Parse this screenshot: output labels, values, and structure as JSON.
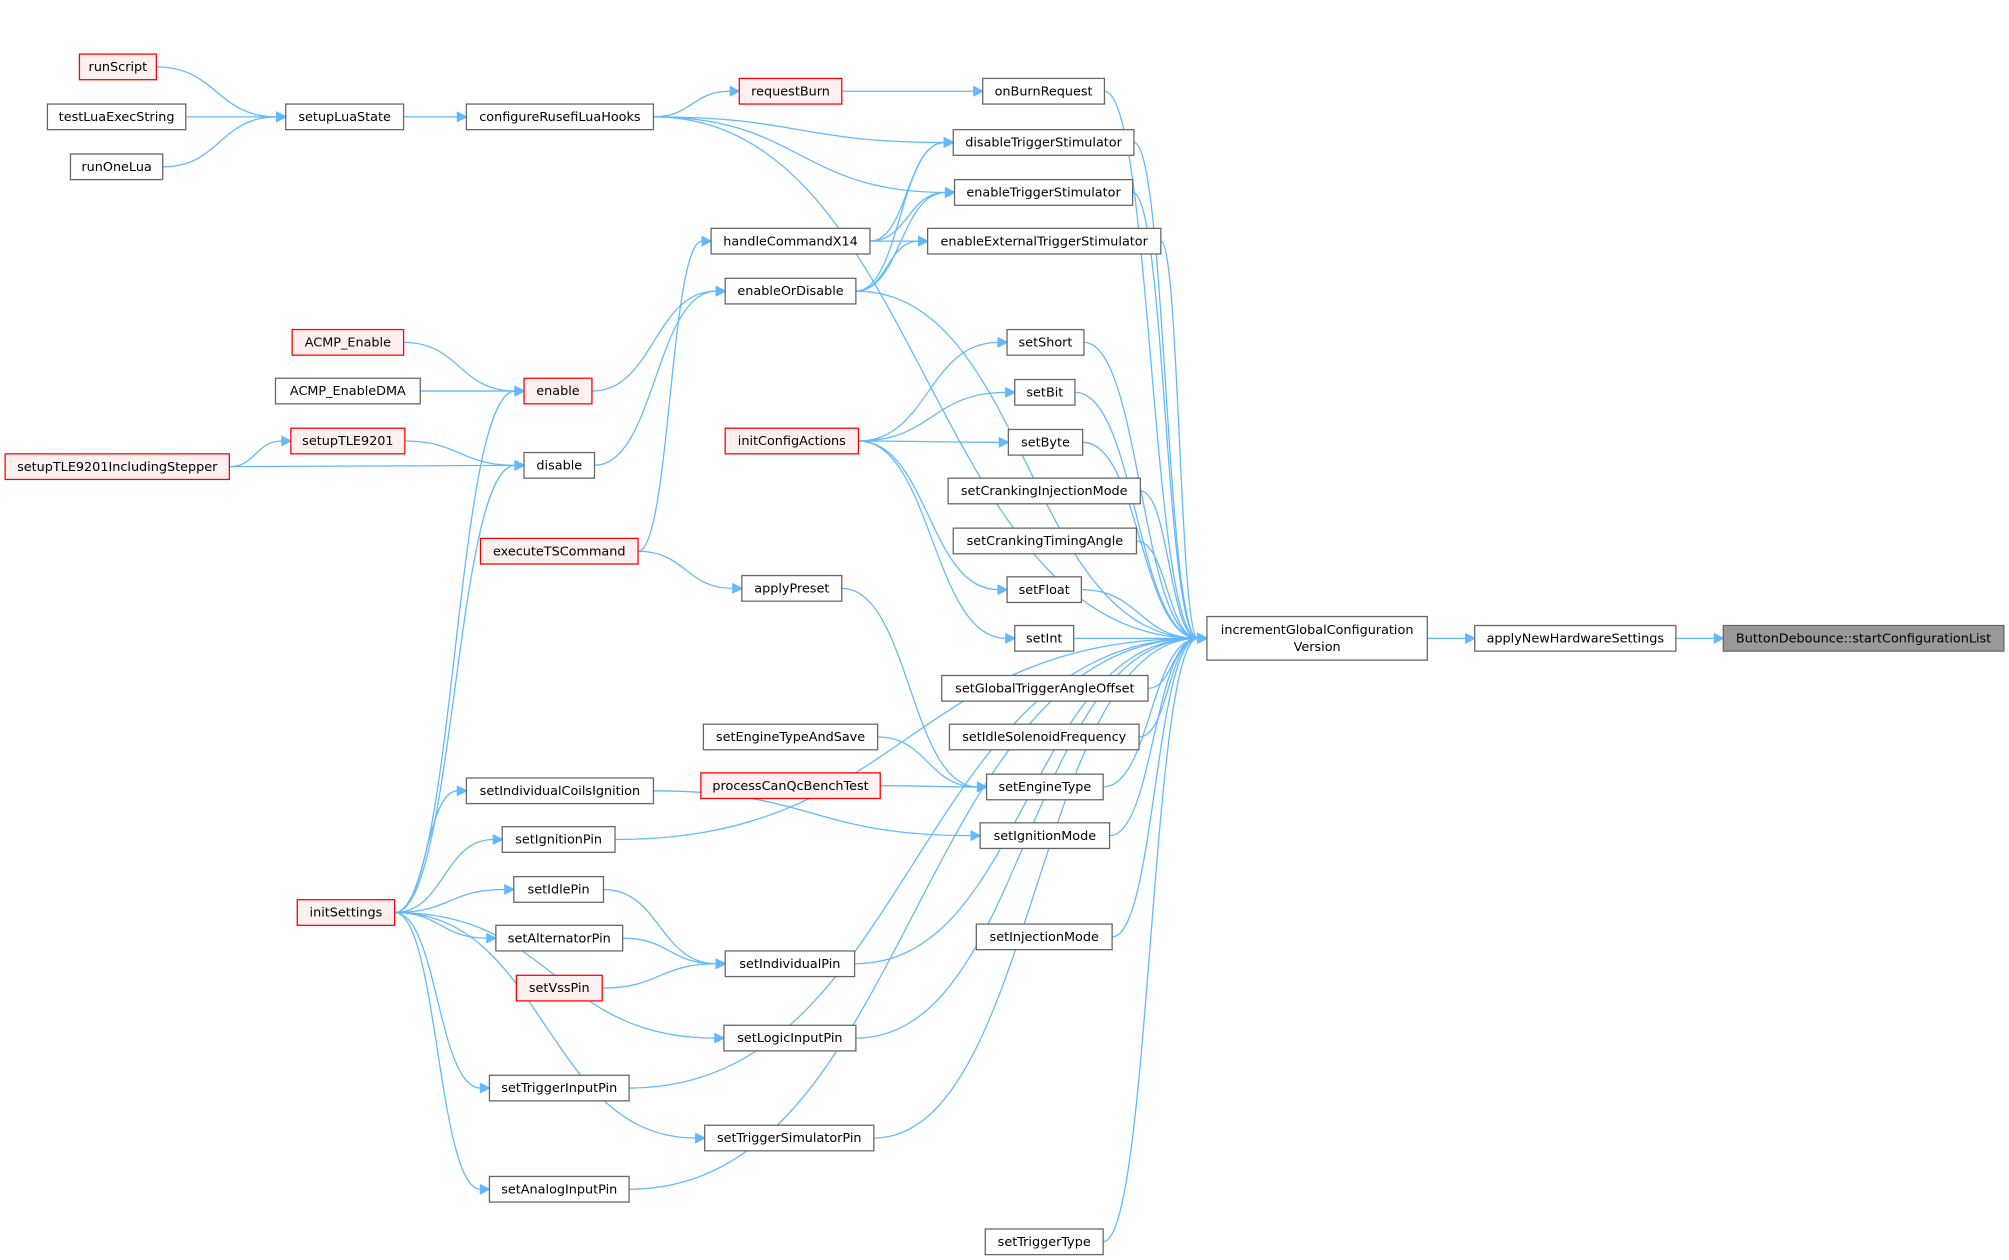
{
  "colors": {
    "edge": "#63b8ff",
    "highlight_border": "#ff0000",
    "highlight_fill": "#fff0f0",
    "root_fill": "#999999"
  },
  "nodes": {
    "runScript": {
      "label": "runScript",
      "style": "red"
    },
    "testLuaExecString": {
      "label": "testLuaExecString",
      "style": "normal"
    },
    "runOneLua": {
      "label": "runOneLua",
      "style": "normal"
    },
    "setupLuaState": {
      "label": "setupLuaState",
      "style": "normal"
    },
    "configureRusefiLuaHooks": {
      "label": "configureRusefiLuaHooks",
      "style": "normal"
    },
    "requestBurn": {
      "label": "requestBurn",
      "style": "red"
    },
    "onBurnRequest": {
      "label": "onBurnRequest",
      "style": "normal"
    },
    "disableTriggerStimulator": {
      "label": "disableTriggerStimulator",
      "style": "normal"
    },
    "enableTriggerStimulator": {
      "label": "enableTriggerStimulator",
      "style": "normal"
    },
    "handleCommandX14": {
      "label": "handleCommandX14",
      "style": "normal"
    },
    "enableExternalTriggerStimulator": {
      "label": "enableExternalTriggerStimulator",
      "style": "normal"
    },
    "enableOrDisable": {
      "label": "enableOrDisable",
      "style": "normal"
    },
    "ACMP_Enable": {
      "label": "ACMP_Enable",
      "style": "red"
    },
    "ACMP_EnableDMA": {
      "label": "ACMP_EnableDMA",
      "style": "normal"
    },
    "enable": {
      "label": "enable",
      "style": "red"
    },
    "setupTLE9201": {
      "label": "setupTLE9201",
      "style": "red"
    },
    "setupTLE9201IncludingStepper": {
      "label": "setupTLE9201IncludingStepper",
      "style": "red"
    },
    "disable": {
      "label": "disable",
      "style": "normal"
    },
    "setShort": {
      "label": "setShort",
      "style": "normal"
    },
    "setBit": {
      "label": "setBit",
      "style": "normal"
    },
    "initConfigActions": {
      "label": "initConfigActions",
      "style": "red"
    },
    "setByte": {
      "label": "setByte",
      "style": "normal"
    },
    "setCrankingInjectionMode": {
      "label": "setCrankingInjectionMode",
      "style": "normal"
    },
    "setCrankingTimingAngle": {
      "label": "setCrankingTimingAngle",
      "style": "normal"
    },
    "executeTSCommand": {
      "label": "executeTSCommand",
      "style": "red"
    },
    "applyPreset": {
      "label": "applyPreset",
      "style": "normal"
    },
    "setFloat": {
      "label": "setFloat",
      "style": "normal"
    },
    "setInt": {
      "label": "setInt",
      "style": "normal"
    },
    "incrementGlobalConfigurationVersion": {
      "label": "incrementGlobalConfiguration",
      "label2": "Version",
      "style": "normal"
    },
    "applyNewHardwareSettings": {
      "label": "applyNewHardwareSettings",
      "style": "normal"
    },
    "startConfigurationList": {
      "label": "ButtonDebounce::startConfigurationList",
      "style": "root"
    },
    "setGlobalTriggerAngleOffset": {
      "label": "setGlobalTriggerAngleOffset",
      "style": "normal"
    },
    "setEngineTypeAndSave": {
      "label": "setEngineTypeAndSave",
      "style": "normal"
    },
    "setIdleSolenoidFrequency": {
      "label": "setIdleSolenoidFrequency",
      "style": "normal"
    },
    "processCanQcBenchTest": {
      "label": "processCanQcBenchTest",
      "style": "red"
    },
    "setEngineType": {
      "label": "setEngineType",
      "style": "normal"
    },
    "setIndividualCoilsIgnition": {
      "label": "setIndividualCoilsIgnition",
      "style": "normal"
    },
    "setIgnitionMode": {
      "label": "setIgnitionMode",
      "style": "normal"
    },
    "setIgnitionPin": {
      "label": "setIgnitionPin",
      "style": "normal"
    },
    "setIdlePin": {
      "label": "setIdlePin",
      "style": "normal"
    },
    "initSettings": {
      "label": "initSettings",
      "style": "red"
    },
    "setAlternatorPin": {
      "label": "setAlternatorPin",
      "style": "normal"
    },
    "setIndividualPin": {
      "label": "setIndividualPin",
      "style": "normal"
    },
    "setInjectionMode": {
      "label": "setInjectionMode",
      "style": "normal"
    },
    "setVssPin": {
      "label": "setVssPin",
      "style": "red"
    },
    "setLogicInputPin": {
      "label": "setLogicInputPin",
      "style": "normal"
    },
    "setTriggerInputPin": {
      "label": "setTriggerInputPin",
      "style": "normal"
    },
    "setTriggerSimulatorPin": {
      "label": "setTriggerSimulatorPin",
      "style": "normal"
    },
    "setAnalogInputPin": {
      "label": "setAnalogInputPin",
      "style": "normal"
    },
    "setTriggerType": {
      "label": "setTriggerType",
      "style": "normal"
    }
  },
  "edges": [
    [
      "runScript",
      "setupLuaState"
    ],
    [
      "testLuaExecString",
      "setupLuaState"
    ],
    [
      "runOneLua",
      "setupLuaState"
    ],
    [
      "setupLuaState",
      "configureRusefiLuaHooks"
    ],
    [
      "configureRusefiLuaHooks",
      "requestBurn"
    ],
    [
      "configureRusefiLuaHooks",
      "disableTriggerStimulator"
    ],
    [
      "configureRusefiLuaHooks",
      "enableTriggerStimulator"
    ],
    [
      "configureRusefiLuaHooks",
      "incrementGlobalConfigurationVersion"
    ],
    [
      "requestBurn",
      "onBurnRequest"
    ],
    [
      "onBurnRequest",
      "incrementGlobalConfigurationVersion"
    ],
    [
      "disableTriggerStimulator",
      "incrementGlobalConfigurationVersion"
    ],
    [
      "enableTriggerStimulator",
      "incrementGlobalConfigurationVersion"
    ],
    [
      "enableExternalTriggerStimulator",
      "incrementGlobalConfigurationVersion"
    ],
    [
      "handleCommandX14",
      "disableTriggerStimulator"
    ],
    [
      "handleCommandX14",
      "enableTriggerStimulator"
    ],
    [
      "handleCommandX14",
      "enableExternalTriggerStimulator"
    ],
    [
      "enableOrDisable",
      "disableTriggerStimulator"
    ],
    [
      "enableOrDisable",
      "enableTriggerStimulator"
    ],
    [
      "enableOrDisable",
      "enableExternalTriggerStimulator"
    ],
    [
      "enableOrDisable",
      "incrementGlobalConfigurationVersion"
    ],
    [
      "enable",
      "enableOrDisable"
    ],
    [
      "disable",
      "enableOrDisable"
    ],
    [
      "executeTSCommand",
      "handleCommandX14"
    ],
    [
      "ACMP_Enable",
      "enable"
    ],
    [
      "ACMP_EnableDMA",
      "enable"
    ],
    [
      "setupTLE9201",
      "disable"
    ],
    [
      "setupTLE9201IncludingStepper",
      "setupTLE9201"
    ],
    [
      "setupTLE9201IncludingStepper",
      "disable"
    ],
    [
      "initSettings",
      "enable"
    ],
    [
      "initSettings",
      "disable"
    ],
    [
      "initConfigActions",
      "setShort"
    ],
    [
      "initConfigActions",
      "setBit"
    ],
    [
      "initConfigActions",
      "setByte"
    ],
    [
      "initConfigActions",
      "setFloat"
    ],
    [
      "initConfigActions",
      "setInt"
    ],
    [
      "setShort",
      "incrementGlobalConfigurationVersion"
    ],
    [
      "setBit",
      "incrementGlobalConfigurationVersion"
    ],
    [
      "setByte",
      "incrementGlobalConfigurationVersion"
    ],
    [
      "setFloat",
      "incrementGlobalConfigurationVersion"
    ],
    [
      "setInt",
      "incrementGlobalConfigurationVersion"
    ],
    [
      "setCrankingInjectionMode",
      "incrementGlobalConfigurationVersion"
    ],
    [
      "setCrankingTimingAngle",
      "incrementGlobalConfigurationVersion"
    ],
    [
      "setGlobalTriggerAngleOffset",
      "incrementGlobalConfigurationVersion"
    ],
    [
      "setIdleSolenoidFrequency",
      "incrementGlobalConfigurationVersion"
    ],
    [
      "setEngineType",
      "incrementGlobalConfigurationVersion"
    ],
    [
      "setIgnitionMode",
      "incrementGlobalConfigurationVersion"
    ],
    [
      "setInjectionMode",
      "incrementGlobalConfigurationVersion"
    ],
    [
      "setTriggerType",
      "incrementGlobalConfigurationVersion"
    ],
    [
      "setIndividualPin",
      "incrementGlobalConfigurationVersion"
    ],
    [
      "setLogicInputPin",
      "incrementGlobalConfigurationVersion"
    ],
    [
      "setTriggerInputPin",
      "incrementGlobalConfigurationVersion"
    ],
    [
      "setTriggerSimulatorPin",
      "incrementGlobalConfigurationVersion"
    ],
    [
      "setAnalogInputPin",
      "incrementGlobalConfigurationVersion"
    ],
    [
      "setIgnitionPin",
      "incrementGlobalConfigurationVersion"
    ],
    [
      "executeTSCommand",
      "applyPreset"
    ],
    [
      "applyPreset",
      "setEngineType"
    ],
    [
      "setEngineTypeAndSave",
      "setEngineType"
    ],
    [
      "processCanQcBenchTest",
      "setEngineType"
    ],
    [
      "setIndividualCoilsIgnition",
      "setIgnitionMode"
    ],
    [
      "setIdlePin",
      "setIndividualPin"
    ],
    [
      "setAlternatorPin",
      "setIndividualPin"
    ],
    [
      "setVssPin",
      "setIndividualPin"
    ],
    [
      "initSettings",
      "setIndividualCoilsIgnition"
    ],
    [
      "initSettings",
      "setIgnitionPin"
    ],
    [
      "initSettings",
      "setIdlePin"
    ],
    [
      "initSettings",
      "setAlternatorPin"
    ],
    [
      "initSettings",
      "setLogicInputPin"
    ],
    [
      "initSettings",
      "setTriggerInputPin"
    ],
    [
      "initSettings",
      "setTriggerSimulatorPin"
    ],
    [
      "initSettings",
      "setAnalogInputPin"
    ],
    [
      "incrementGlobalConfigurationVersion",
      "applyNewHardwareSettings"
    ],
    [
      "applyNewHardwareSettings",
      "startConfigurationList"
    ]
  ]
}
